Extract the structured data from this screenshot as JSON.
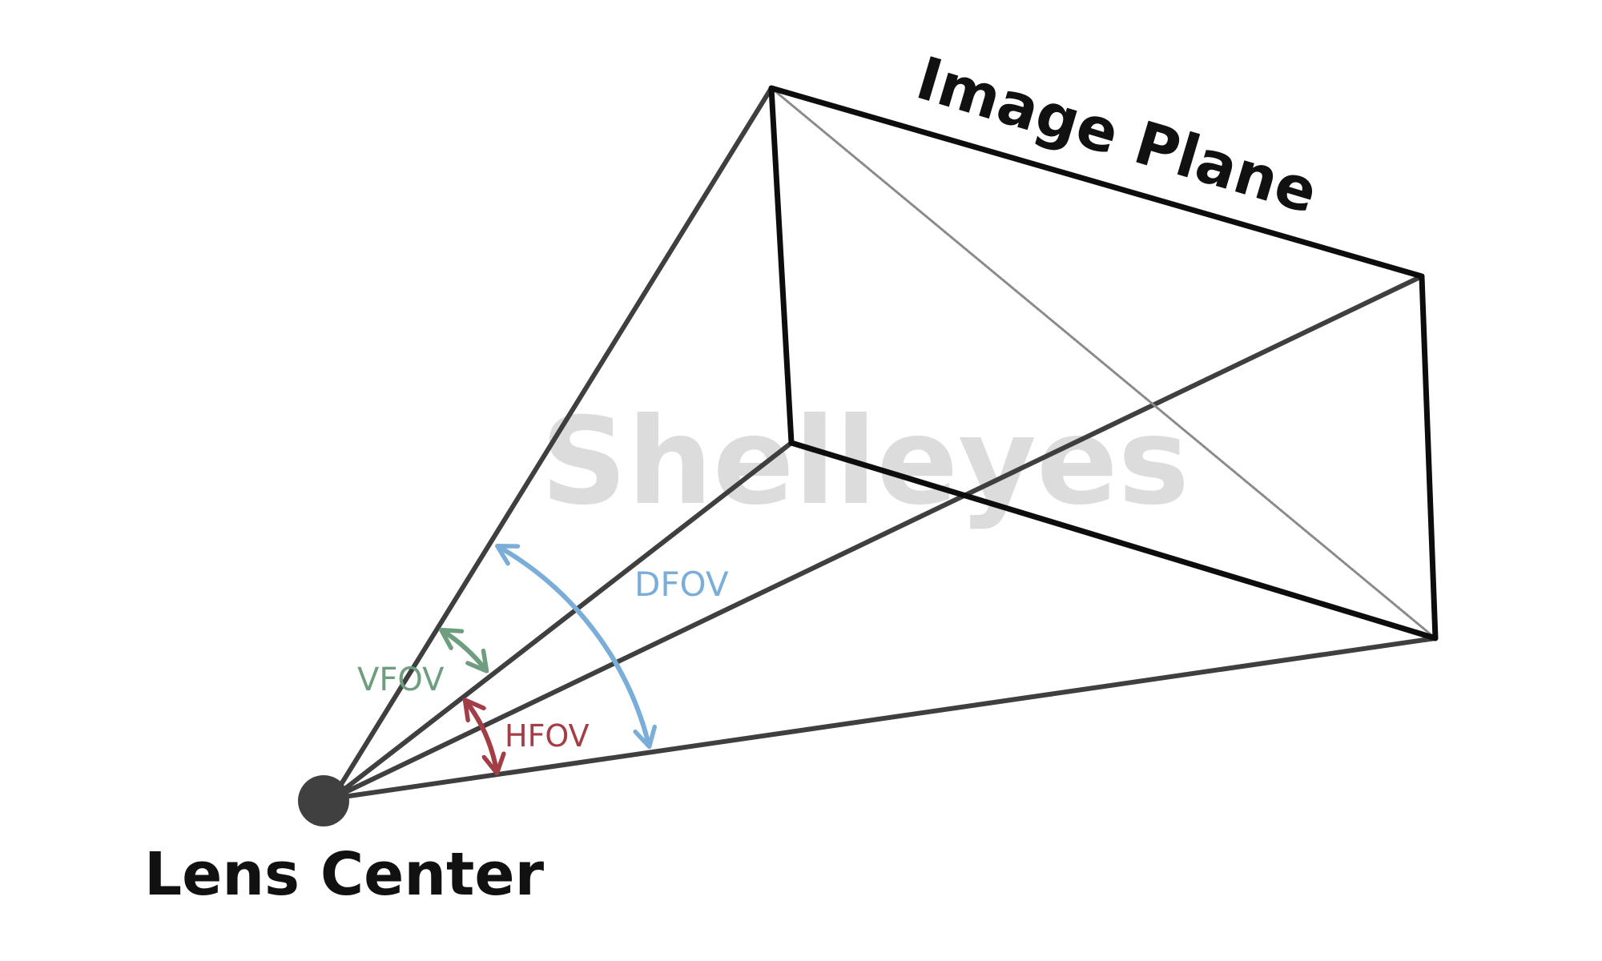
{
  "diagram": {
    "watermark": "Shelleyes",
    "labels": {
      "image_plane": "Image Plane",
      "lens_center": "Lens Center",
      "dfov": "DFOV",
      "vfov": "VFOV",
      "hfov": "HFOV"
    },
    "colors": {
      "line": "#3f3f3f",
      "frame": "#0d0d0d",
      "diagonal": "#8a8a8a",
      "lens_dot": "#404040",
      "dfov": "#7aaed8",
      "vfov": "#6e9e7f",
      "hfov": "#a33d46",
      "watermark": "#dcdcdc"
    }
  }
}
